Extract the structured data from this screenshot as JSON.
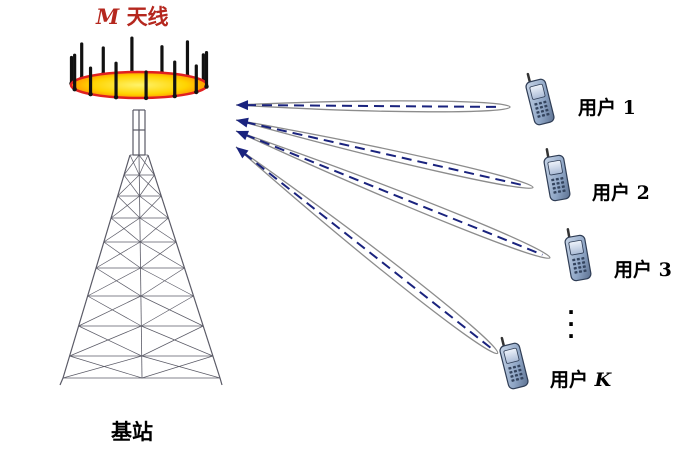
{
  "antenna_label": {
    "variable": "M",
    "text": "天线"
  },
  "base_station_label": "基站",
  "users": [
    {
      "prefix": "用户",
      "index": "1"
    },
    {
      "prefix": "用户",
      "index": "2"
    },
    {
      "prefix": "用户",
      "index": "3"
    },
    {
      "prefix": "用户",
      "index": "K",
      "italic": true
    }
  ],
  "ellipsis": "⋮",
  "colors": {
    "antenna_ring_fill": "#ffd400",
    "antenna_ring_edge": "#e02020",
    "beam_line": "#1a237e",
    "arrow": "#1a237e",
    "beam_outline": "#8c8c8c",
    "tower": "#5a5a66",
    "phone_body": "#8fa6c4"
  }
}
